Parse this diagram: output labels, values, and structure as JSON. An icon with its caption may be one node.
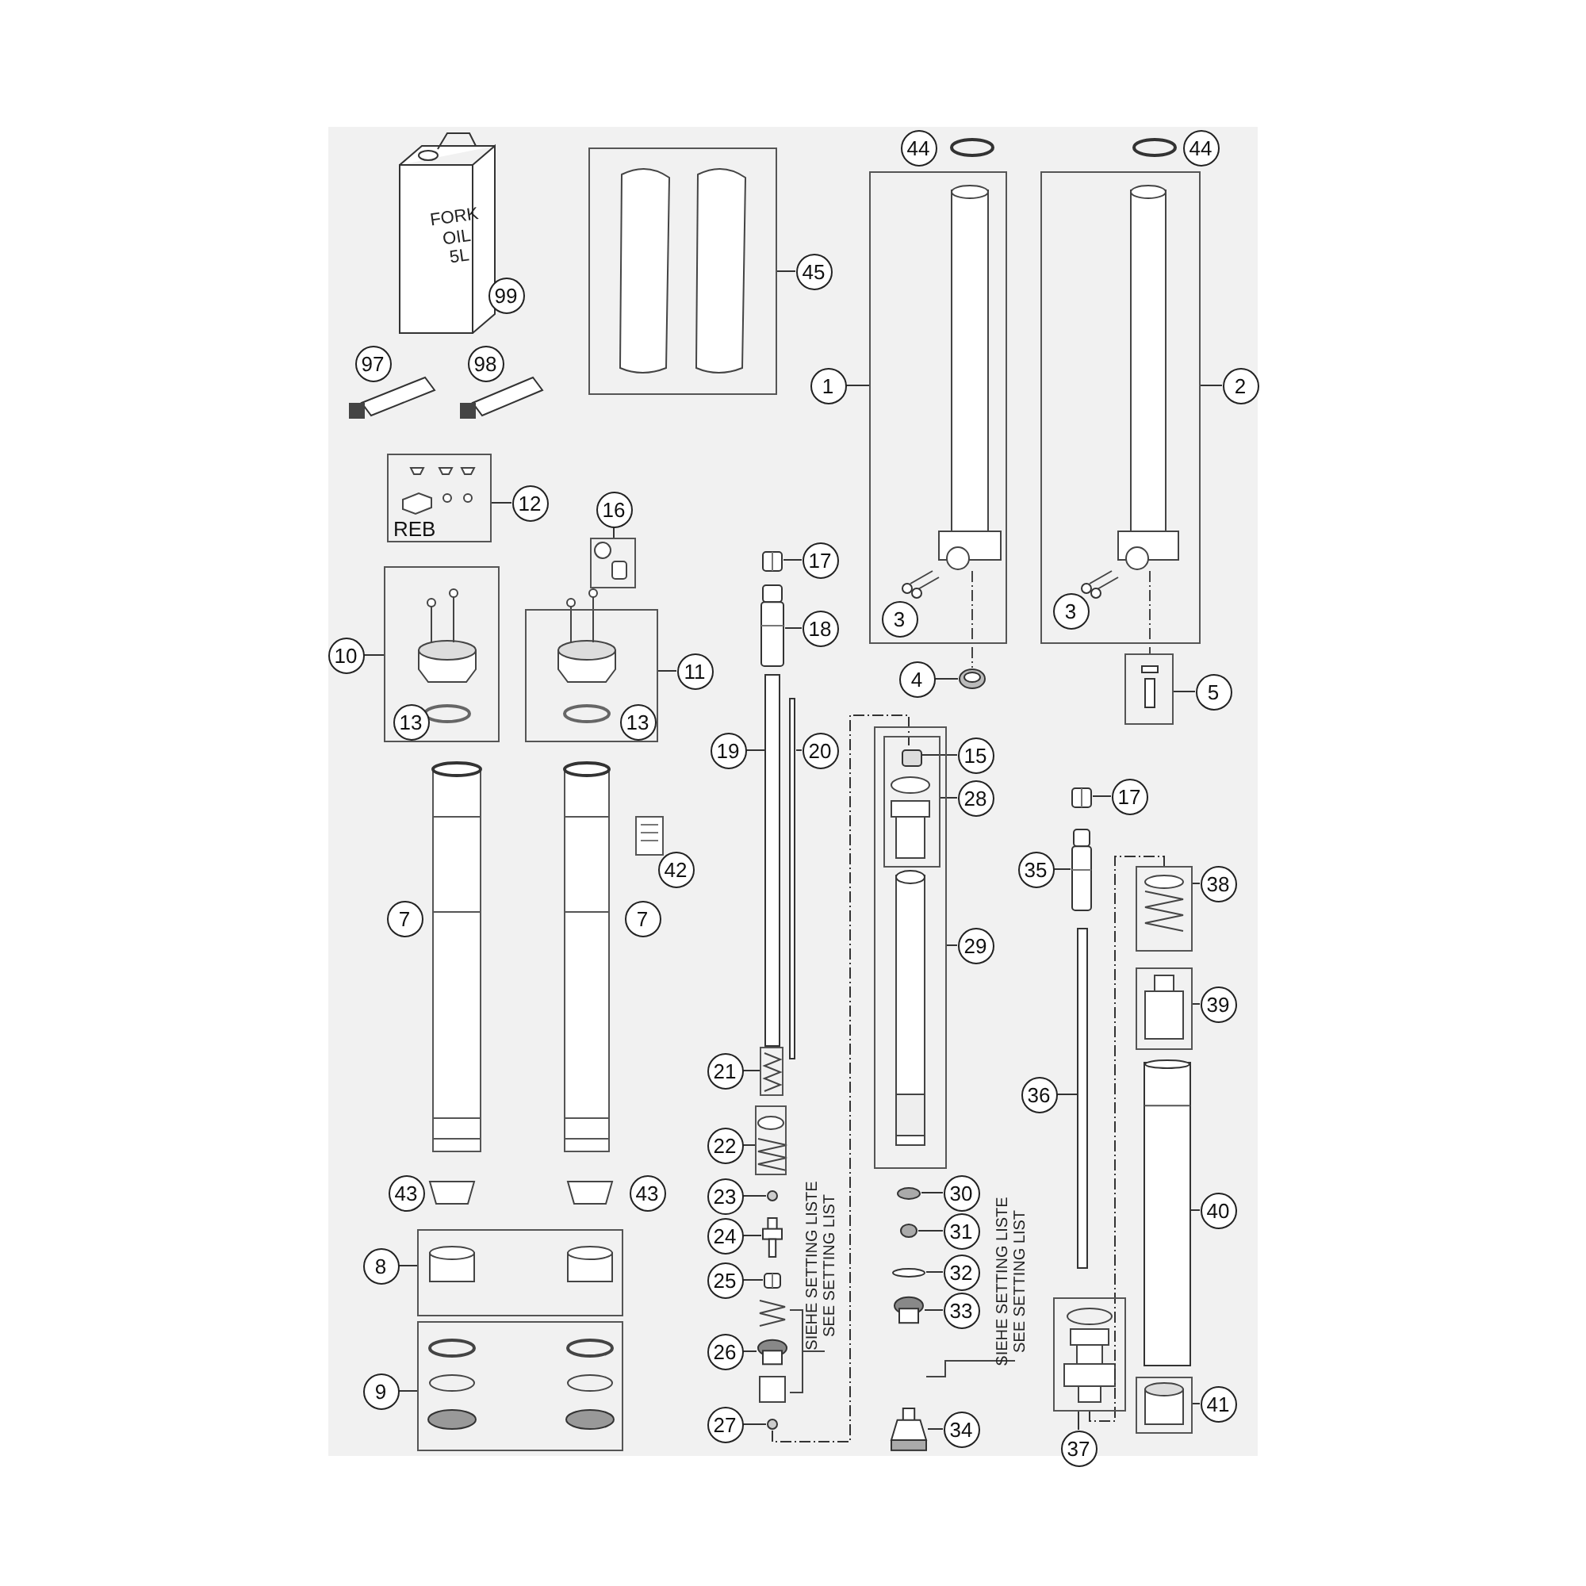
{
  "diagram": {
    "nodes": [
      {
        "text": [
          "99"
        ]
      },
      {
        "text": [
          "97"
        ]
      },
      {
        "text": [
          "98"
        ]
      },
      {
        "text": [],
        "shape": "box"
      },
      {
        "text": [
          "45"
        ]
      },
      {
        "text": [
          "44"
        ]
      },
      {
        "text": [
          "44"
        ]
      },
      {
        "text": [],
        "shape": "box"
      },
      {
        "text": [
          "3"
        ],
        "in": 7
      },
      {
        "text": [
          "1"
        ]
      },
      {
        "text": [],
        "shape": "box"
      },
      {
        "text": [
          "3"
        ],
        "in": 10
      },
      {
        "text": [
          "2"
        ]
      },
      {
        "text": [
          "REB"
        ]
      },
      {
        "text": [
          "12"
        ]
      },
      {
        "text": [
          "16"
        ]
      },
      {
        "text": [],
        "shape": "box"
      },
      {
        "text": [
          "17"
        ]
      },
      {
        "text": [],
        "shape": "picture"
      },
      {
        "text": [
          "18"
        ]
      },
      {
        "text": [],
        "shape": "picture"
      },
      {
        "text": [
          "4"
        ]
      },
      {
        "text": [],
        "shape": "picture"
      },
      {
        "text": [],
        "shape": "box"
      },
      {
        "text": [
          "5"
        ]
      },
      {
        "text": [
          "10"
        ]
      },
      {
        "text": [],
        "shape": "box"
      },
      {
        "text": [
          "13"
        ],
        "in": 26
      },
      {
        "text": [],
        "shape": "box"
      },
      {
        "text": [
          "13"
        ],
        "in": 28
      },
      {
        "text": [
          "11"
        ]
      },
      {
        "text": [
          "19"
        ]
      },
      {
        "text": [],
        "shape": "bar"
      },
      {
        "text": [],
        "shape": "bar"
      },
      {
        "text": [
          "20"
        ]
      },
      {
        "text": [],
        "shape": "box"
      },
      {
        "text": [],
        "shape": "box",
        "in": 35
      },
      {
        "text": [],
        "shape": "picture",
        "in": 36
      },
      {
        "text": [
          "15"
        ]
      },
      {
        "text": [
          "28"
        ]
      },
      {
        "text": [
          "17"
        ]
      },
      {
        "text": [],
        "shape": "picture"
      },
      {
        "text": [
          "7"
        ]
      },
      {
        "text": [
          "7"
        ]
      },
      {
        "text": [
          "42"
        ]
      },
      {
        "text": [
          "35"
        ]
      },
      {
        "text": [],
        "shape": "picture"
      },
      {
        "text": [],
        "shape": "box"
      },
      {
        "text": [
          "38"
        ]
      },
      {
        "text": [
          "29"
        ]
      },
      {
        "text": [],
        "shape": "box"
      },
      {
        "text": [
          "39"
        ]
      },
      {
        "text": [
          "21"
        ]
      },
      {
        "text": [],
        "shape": "box"
      },
      {
        "text": [
          "36"
        ]
      },
      {
        "text": [],
        "shape": "bar"
      },
      {
        "text": [
          "22"
        ]
      },
      {
        "text": [],
        "shape": "box"
      },
      {
        "text": [
          "43"
        ]
      },
      {
        "text": [
          "43"
        ]
      },
      {
        "text": [
          "30"
        ]
      },
      {
        "text": [],
        "shape": "circle"
      },
      {
        "text": [
          "23"
        ]
      },
      {
        "text": [],
        "shape": "circle"
      },
      {
        "text": [],
        "shape": "picture"
      },
      {
        "text": [
          "40"
        ]
      },
      {
        "text": [
          "24"
        ]
      },
      {
        "text": [],
        "shape": "picture"
      },
      {
        "text": [
          "31"
        ]
      },
      {
        "text": [],
        "shape": "circle"
      },
      {
        "text": [
          "8"
        ]
      },
      {
        "text": [],
        "shape": "box"
      },
      {
        "text": [
          "32"
        ]
      },
      {
        "text": [],
        "shape": "circle"
      },
      {
        "text": [
          "25"
        ]
      },
      {
        "text": [],
        "shape": "picture"
      },
      {
        "text": [
          "33"
        ]
      },
      {
        "text": [],
        "shape": "box"
      },
      {
        "text": [
          "26"
        ]
      },
      {
        "text": [],
        "shape": "box"
      },
      {
        "text": [
          "9"
        ]
      },
      {
        "text": [],
        "shape": "box"
      },
      {
        "text": [
          "41"
        ]
      },
      {
        "text": [],
        "shape": "box"
      },
      {
        "text": [
          "27"
        ]
      },
      {
        "text": [],
        "shape": "circle"
      },
      {
        "text": [
          "34"
        ]
      },
      {
        "text": [],
        "shape": "picture"
      },
      {
        "text": [
          "37"
        ]
      },
      {
        "text": [],
        "shape": "box"
      }
    ],
    "edges": [
      {
        "from": 4,
        "to": 3,
        "arrow": "none"
      },
      {
        "from": 9,
        "to": 7,
        "arrow": "none"
      },
      {
        "from": 12,
        "to": 10,
        "arrow": "none"
      },
      {
        "from": 14,
        "to": 13,
        "arrow": "none"
      },
      {
        "from": 15,
        "to": 16,
        "arrow": "none"
      },
      {
        "from": 17,
        "to": 18,
        "arrow": "none"
      },
      {
        "from": 19,
        "to": 20,
        "arrow": "none"
      },
      {
        "from": 21,
        "to": 22,
        "arrow": "none"
      },
      {
        "from": 24,
        "to": 23,
        "arrow": "none"
      },
      {
        "from": 25,
        "to": 26,
        "arrow": "none"
      },
      {
        "from": 30,
        "to": 28,
        "arrow": "none"
      },
      {
        "from": 31,
        "to": 32,
        "arrow": "none"
      },
      {
        "from": 34,
        "to": 33,
        "arrow": "none"
      },
      {
        "from": 38,
        "to": 37,
        "arrow": "none"
      },
      {
        "from": 39,
        "to": 36,
        "arrow": "none"
      },
      {
        "from": 49,
        "to": 35,
        "arrow": "none"
      },
      {
        "from": 40,
        "to": 41,
        "arrow": "none"
      },
      {
        "from": 45,
        "to": 46,
        "arrow": "none"
      },
      {
        "from": 48,
        "to": 47,
        "arrow": "none"
      },
      {
        "from": 51,
        "to": 50,
        "arrow": "none"
      },
      {
        "from": 52,
        "to": 53,
        "arrow": "none"
      },
      {
        "from": 54,
        "to": 55,
        "arrow": "none"
      },
      {
        "from": 56,
        "to": 57,
        "arrow": "none"
      },
      {
        "from": 60,
        "to": 61,
        "arrow": "none"
      },
      {
        "from": 62,
        "to": 63,
        "arrow": "none"
      },
      {
        "from": 65,
        "to": 64,
        "arrow": "none"
      },
      {
        "from": 66,
        "to": 67,
        "arrow": "none"
      },
      {
        "from": 68,
        "to": 69,
        "arrow": "none"
      },
      {
        "from": 70,
        "to": 71,
        "arrow": "none"
      },
      {
        "from": 72,
        "to": 73,
        "arrow": "none"
      },
      {
        "from": 74,
        "to": 75,
        "arrow": "none"
      },
      {
        "from": 76,
        "to": 77,
        "arrow": "none"
      },
      {
        "from": 78,
        "to": 79,
        "arrow": "none"
      },
      {
        "from": 80,
        "to": 81,
        "arrow": "none"
      },
      {
        "from": 82,
        "to": 83,
        "arrow": "none"
      },
      {
        "from": 84,
        "to": 85,
        "arrow": "none"
      },
      {
        "from": 86,
        "to": 87,
        "arrow": "none"
      },
      {
        "from": 88,
        "to": 89,
        "arrow": "none"
      },
      {
        "from": 89,
        "to": 47,
        "arrow": "none",
        "style": "dashed"
      },
      {
        "from": 85,
        "to": 37,
        "arrow": "none",
        "style": "dashed"
      }
    ],
    "labels": [
      "FORK OIL 5L",
      "SIEHE SETTING LISTE",
      "SEE SETTING LIST",
      "SIEHE SETTING LISTE",
      "SEE SETTING LIST"
    ]
  }
}
